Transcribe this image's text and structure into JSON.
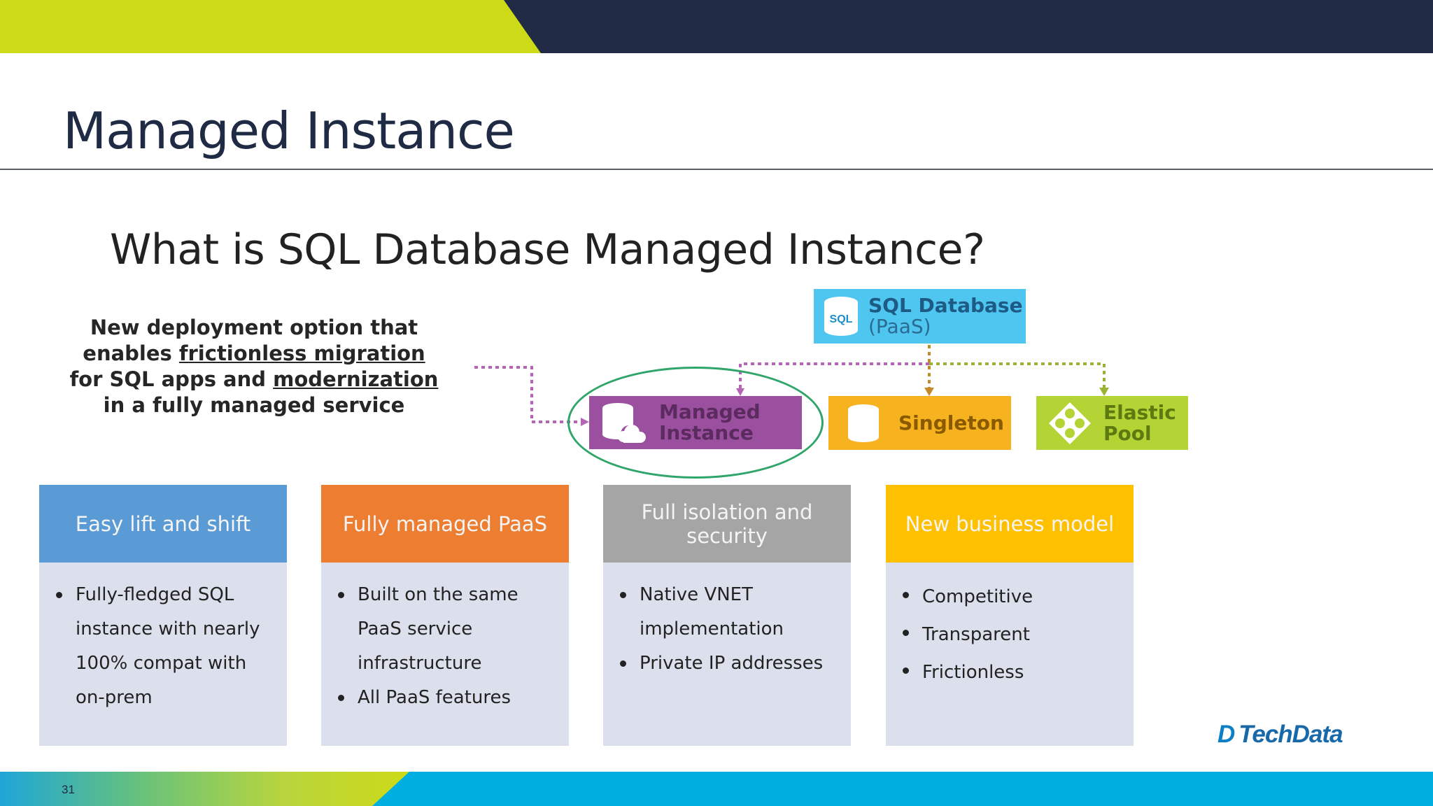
{
  "slide": {
    "title": "Managed Instance",
    "page_number": "31"
  },
  "question": "What is SQL Database Managed Instance?",
  "lead": {
    "part1": "New deployment option that enables ",
    "link1": "frictionless migration",
    "part2": " for SQL apps and ",
    "link2": "modernization",
    "part3": " in a fully managed service"
  },
  "diagram": {
    "sql_database": {
      "line1": "SQL Database",
      "line2": "(PaaS)",
      "icon": "sql-database-icon",
      "icon_text": "SQL"
    },
    "options": [
      {
        "line1": "Managed",
        "line2": "Instance",
        "icon": "database-cloud-icon",
        "color": "#9b4f9f"
      },
      {
        "line1": "Singleton",
        "line2": "",
        "icon": "database-icon",
        "color": "#f7b21f"
      },
      {
        "line1": "Elastic",
        "line2": "Pool",
        "icon": "elastic-pool-icon",
        "color": "#b4d335"
      }
    ],
    "highlight_color": "#2fa56a",
    "connector_colors": [
      "#b564b6",
      "#c4892a",
      "#9ab334"
    ]
  },
  "columns": [
    {
      "header": "Easy lift and shift",
      "color": "#5b9bd5",
      "items": [
        "Fully-fledged SQL",
        "instance with nearly",
        "100% compat with",
        "on-prem"
      ]
    },
    {
      "header": "Fully managed PaaS",
      "color": "#ed7d31",
      "items": [
        "Built on the same",
        "PaaS service",
        "infrastructure",
        "All PaaS features"
      ]
    },
    {
      "header": "Full isolation and security",
      "color": "#a5a5a5",
      "items": [
        "Native VNET",
        "implementation",
        "Private IP addresses"
      ]
    },
    {
      "header": "New business model",
      "color": "#ffc000",
      "items": [
        "Competitive",
        "Transparent",
        "Frictionless"
      ]
    }
  ],
  "brand": {
    "name": "TechData",
    "mark": "D"
  },
  "colors": {
    "lime": "#cdda18",
    "navy": "#212b45",
    "cyan": "#00aee0"
  }
}
